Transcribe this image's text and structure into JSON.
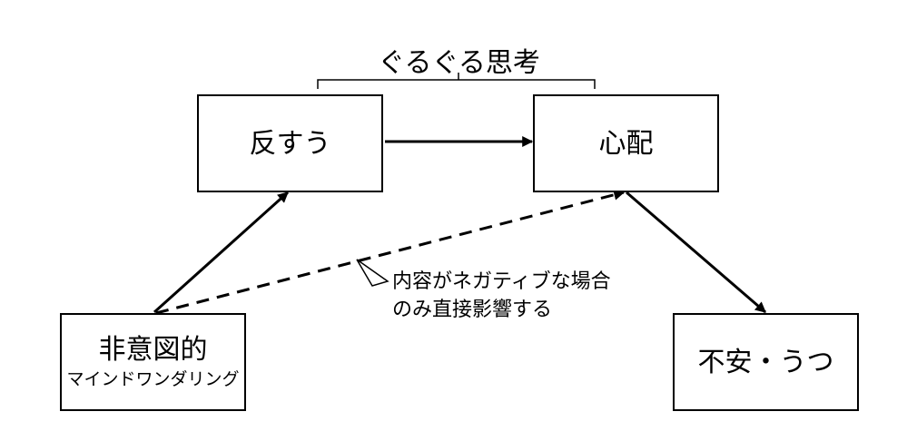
{
  "diagram": {
    "top_label": "ぐるぐる思考",
    "nodes": {
      "rumination": "反すう",
      "worry": "心配",
      "mind_wandering": {
        "line1": "非意図的",
        "line2": "マインドワンダリング"
      },
      "anxiety": "不安・うつ"
    },
    "annotation": {
      "line1": "内容がネガティブな場合",
      "line2": "のみ直接影響する"
    }
  }
}
